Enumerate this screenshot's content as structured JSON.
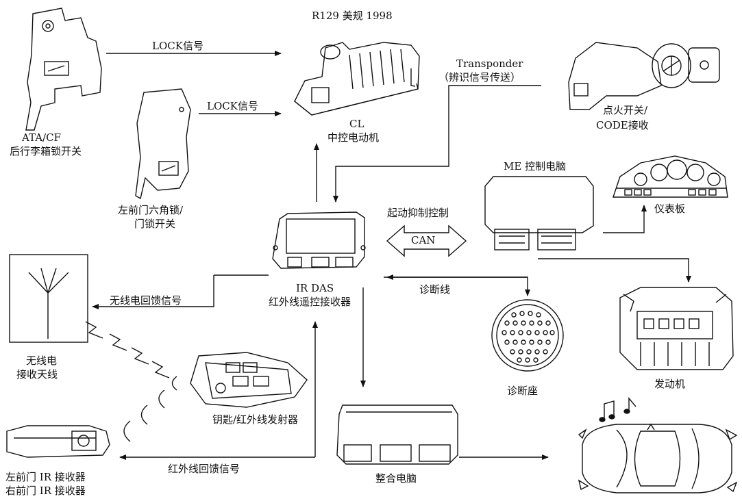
{
  "title": "R129 美规 1998",
  "labels": {
    "lock_signal_1": "LOCK信号",
    "lock_signal_2": "LOCK信号",
    "transponder": "Transponder",
    "transponder_sub": "（辨识信号传送）",
    "cl_line1": "CL",
    "cl_line2": "中控电动机",
    "ignition_line1": "点火开关/",
    "ignition_line2": "CODE接收",
    "ata_line1": "ATA/CF",
    "ata_line2": "后行李箱锁开关",
    "door_lock_line1": "左前门六角锁/",
    "door_lock_line2": "门锁开关",
    "me_ecu": "ME 控制电脑",
    "dashboard": "仪表板",
    "start_inhibit": "起动抑制控制",
    "can": "CAN",
    "ir_das_line1": "IR DAS",
    "ir_das_line2": "红外线遥控接收器",
    "radio_feedback": "无线电回馈信号",
    "diag_line": "诊断线",
    "antenna_line1": "无线电",
    "antenna_line2": "接收天线",
    "diag_socket": "诊断座",
    "engine": "发动机",
    "key_transmitter": "钥匙/红外线发射器",
    "ir_receiver_left": "左前门 IR 接收器",
    "ir_receiver_right": "右前门 IR 接收器",
    "ir_feedback": "红外线回馈信号",
    "integration_ecu": "整合电脑"
  }
}
